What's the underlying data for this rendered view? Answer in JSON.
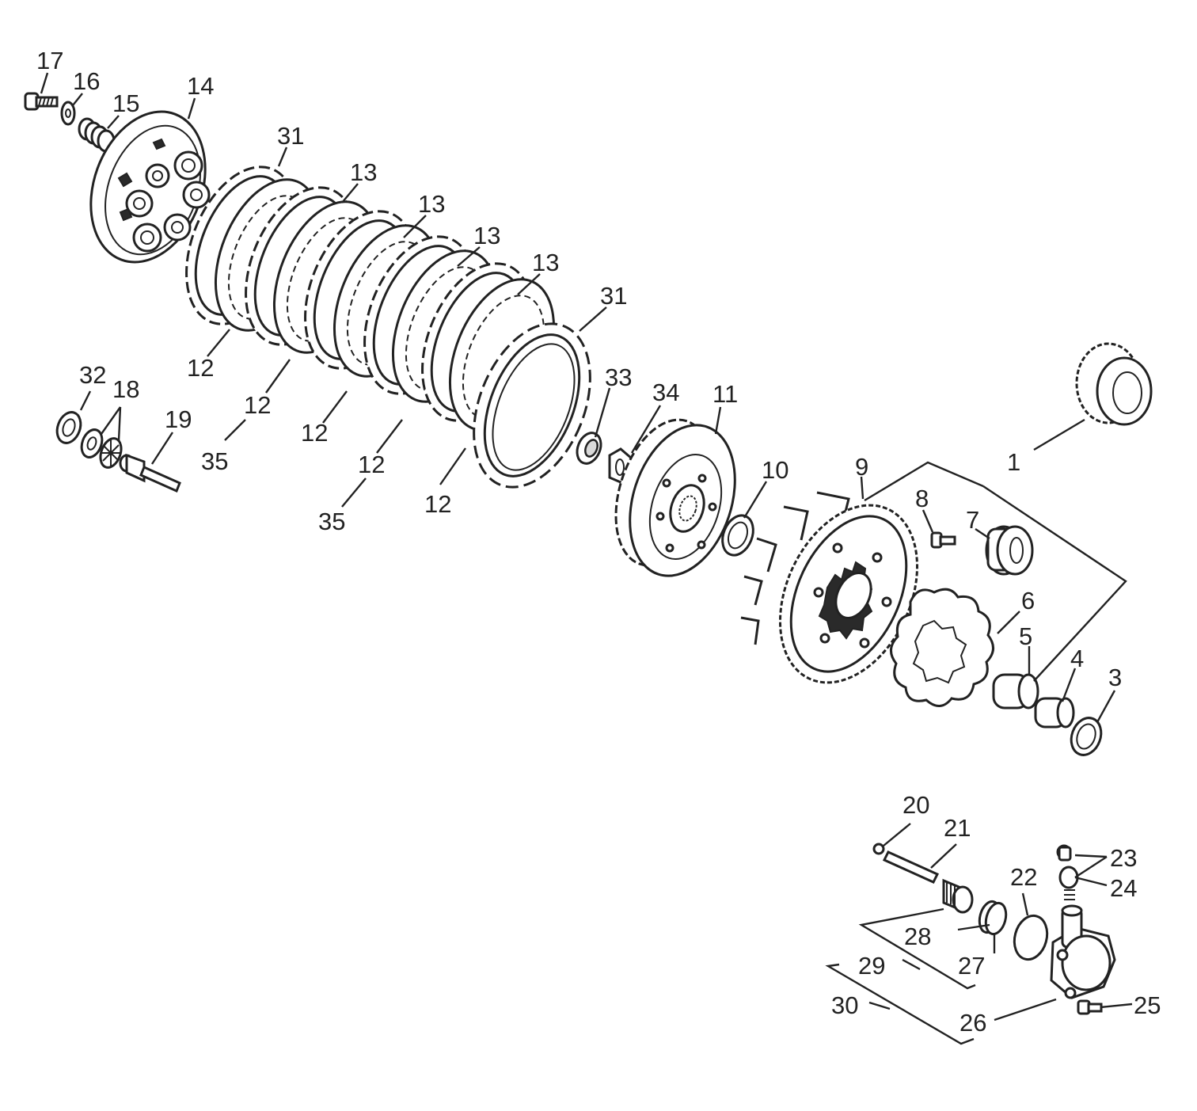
{
  "diagram": {
    "colors": {
      "ink": "#222222",
      "background": "#ffffff"
    },
    "labels": {
      "p1": "1",
      "p3": "3",
      "p4": "4",
      "p5": "5",
      "p6": "6",
      "p7": "7",
      "p8": "8",
      "p9": "9",
      "p10": "10",
      "p11": "11",
      "p12a": "12",
      "p12b": "12",
      "p12c": "12",
      "p12d": "12",
      "p12e": "12",
      "p13a": "13",
      "p13b": "13",
      "p13c": "13",
      "p13d": "13",
      "p14": "14",
      "p15": "15",
      "p16": "16",
      "p17": "17",
      "p18": "18",
      "p19": "19",
      "p20": "20",
      "p21": "21",
      "p22": "22",
      "p23": "23",
      "p24": "24",
      "p25": "25",
      "p26": "26",
      "p27": "27",
      "p28": "28",
      "p29": "29",
      "p30": "30",
      "p31a": "31",
      "p31b": "31",
      "p32": "32",
      "p33": "33",
      "p34": "34",
      "p35a": "35",
      "p35b": "35"
    }
  }
}
